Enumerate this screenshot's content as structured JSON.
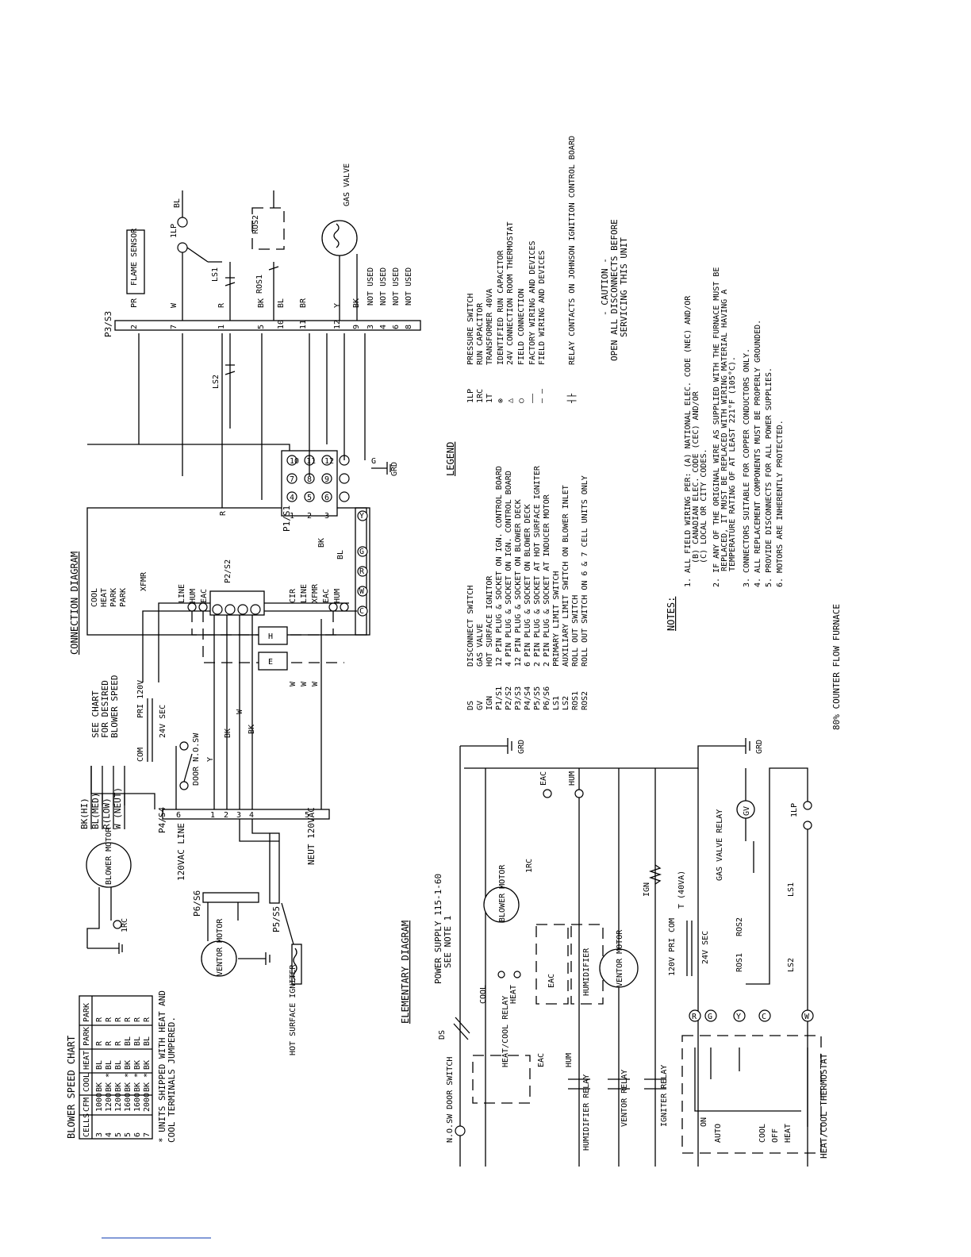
{
  "page_title": "80% COUNTER FLOW FURNACE",
  "connection_diagram": {
    "title": "CONNECTION DIAGRAM",
    "see_chart_lines": [
      "SEE CHART",
      "FOR DESIRED",
      "BLOWER SPEED"
    ],
    "blower_leads": [
      "BK(HI)",
      "BL(MED)",
      "R(LOW)",
      "W (NEUT)"
    ],
    "blower_motor": "BLOWER MOTOR",
    "ventor_motor": "VENTOR MOTOR",
    "hot_surface_igniter": "HOT SURFACE IGNITER",
    "door_switch": "DOOR N.O.SW",
    "transformer": [
      "PRI 120V",
      "24V SEC",
      "COM"
    ],
    "supply": [
      "120VAC LINE",
      "NEUT 120VAC"
    ],
    "flame_sensor": "FLAME SENSOR",
    "gas_valve": "GAS VALVE",
    "plug_labels": [
      "P1/S1",
      "P2/S2",
      "P3/S3",
      "P4/S4",
      "P5/S5",
      "P6/S6"
    ],
    "board_terminals_left": [
      "COOL",
      "HEAT",
      "PARK",
      "PARK",
      "XFMR"
    ],
    "board_terminals_mid": [
      "LINE",
      "HUM",
      "EAC"
    ],
    "board_terminals_right": [
      "CIR",
      "LINE",
      "XFMR",
      "EAC",
      "HUM"
    ],
    "thermostat_terminals": [
      "C",
      "W",
      "R",
      "G",
      "Y"
    ],
    "p3_s3_rows": [
      {
        "pin": "2",
        "wire": "PR",
        "dest": "FLAME SENSOR"
      },
      {
        "pin": "7",
        "wire": "W",
        "dest": "1LP"
      },
      {
        "pin": "1",
        "wire": "R",
        "dest": "LS1"
      },
      {
        "pin": "5",
        "wire": "BK",
        "dest": "ROS1"
      },
      {
        "pin": "10",
        "wire": "BL",
        "dest": "ROS2"
      },
      {
        "pin": "11",
        "wire": "BR",
        "dest": "BR"
      },
      {
        "pin": "12",
        "wire": "Y",
        "dest": "GAS VALVE"
      },
      {
        "pin": "9",
        "wire": "BK",
        "dest": "GAS VALVE"
      },
      {
        "pin": "3",
        "wire": "",
        "dest": "NOT USED"
      },
      {
        "pin": "4",
        "wire": "",
        "dest": "NOT USED"
      },
      {
        "pin": "6",
        "wire": "",
        "dest": "NOT USED"
      },
      {
        "pin": "8",
        "wire": "",
        "dest": "NOT USED"
      }
    ],
    "components": [
      "1LP",
      "LS1",
      "LS2",
      "ROS1",
      "ROS2",
      "1RC",
      "G",
      "GRD"
    ]
  },
  "blower_speed_chart": {
    "title": "BLOWER SPEED CHART",
    "columns": [
      "CELLS",
      "CFM",
      "COOL",
      "HEAT",
      "PARK",
      "PARK"
    ],
    "rows": [
      [
        "3",
        "1000",
        "BK",
        "BL",
        "R",
        "R"
      ],
      [
        "4",
        "1200",
        "BK *",
        "BL",
        "R",
        "R"
      ],
      [
        "5",
        "1200",
        "BK",
        "BL",
        "R",
        "R"
      ],
      [
        "5",
        "1600",
        "BK *",
        "BK",
        "BL",
        "R"
      ],
      [
        "6",
        "1600",
        "BK *",
        "BK",
        "BL",
        "R"
      ],
      [
        "7",
        "2000",
        "BK *",
        "BK",
        "BL",
        "R"
      ]
    ],
    "footnote": [
      "* UNITS SHIPPED WITH HEAT AND",
      "COOL TERMINALS JUMPERED."
    ]
  },
  "elementary_diagram": {
    "title": "ELEMENTARY DIAGRAM",
    "power_supply": [
      "POWER SUPPLY 115-1-60",
      "SEE NOTE 1"
    ],
    "labels": [
      "N.O.SW DOOR SWITCH",
      "DS",
      "HEAT/COOL RELAY",
      "COOL",
      "HEAT",
      "EAC",
      "HUM",
      "HUMIDIFIER RELAY",
      "VENTOR RELAY",
      "IGNITER RELAY",
      "BLOWER MOTOR",
      "VENTOR MOTOR",
      "HUMIDIFIER",
      "IGN",
      "1RC",
      "GRD",
      "120V PRI",
      "COM",
      "T (40VA)",
      "24V SEC",
      "ROS1",
      "ROS2",
      "GAS VALVE RELAY",
      "GV",
      "LS1",
      "LS2",
      "1LP"
    ],
    "thermostat": [
      "ON",
      "AUTO",
      "COOL",
      "OFF",
      "HEAT",
      "HEAT/COOL THERMOSTAT"
    ],
    "terminals": [
      "R",
      "G",
      "Y",
      "C",
      "W"
    ]
  },
  "legend": {
    "title": "LEGEND",
    "abbreviations": [
      {
        "code": "DS",
        "desc": "DISCONNECT SWITCH"
      },
      {
        "code": "GV",
        "desc": "GAS VALVE"
      },
      {
        "code": "IGN",
        "desc": "HOT SURFACE IGNITOR"
      },
      {
        "code": "P1/S1",
        "desc": "12 PIN PLUG & SOCKET ON IGN. CONTROL BOARD"
      },
      {
        "code": "P2/S2",
        "desc": "4 PIN PLUG & SOCKET ON IGN. CONTROL BOARD"
      },
      {
        "code": "P3/S3",
        "desc": "12 PIN PLUG & SOCKET ON BLOWER DECK"
      },
      {
        "code": "P4/S4",
        "desc": "6 PIN PLUG & SOCKET ON BLOWER DECK"
      },
      {
        "code": "P5/S5",
        "desc": "2 PIN PLUG & SOCKET AT HOT SURFACE IGNITER"
      },
      {
        "code": "P6/S6",
        "desc": "2 PIN PLUG & SOCKET AT INDUCER MOTOR"
      },
      {
        "code": "LS1",
        "desc": "PRIMARY LIMIT SWITCH"
      },
      {
        "code": "LS2",
        "desc": "AUXILIARY LIMIT SWITCH ON BLOWER INLET"
      },
      {
        "code": "ROS1",
        "desc": "ROLL OUT SWITCH"
      },
      {
        "code": "ROS2",
        "desc": "ROLL OUT SWITCH ON 6 & 7 CELL UNITS ONLY"
      }
    ],
    "symbols": [
      {
        "code": "1LP",
        "desc": "PRESSURE SWITCH"
      },
      {
        "code": "1RC",
        "desc": "RUN CAPACITOR"
      },
      {
        "code": "1T",
        "desc": "TRANSFORMER 40VA"
      },
      {
        "code": "⊗",
        "desc": "IDENTIFIED RUN CAPACITOR"
      },
      {
        "code": "△",
        "desc": "24V CONNECTION ROOM THERMOSTAT"
      },
      {
        "code": "○",
        "desc": "FIELD CONNECTION"
      },
      {
        "code": "——",
        "desc": "FACTORY WIRING AND DEVICES"
      },
      {
        "code": "– –",
        "desc": "FIELD WIRING AND DEVICES"
      },
      {
        "code": "┤├",
        "desc": "RELAY CONTACTS ON JOHNSON IGNITION CONTROL BOARD"
      }
    ],
    "caution": [
      "- CAUTION -",
      "OPEN ALL DISCONNECTS BEFORE",
      "SERVICING THIS UNIT"
    ]
  },
  "notes": {
    "title": "NOTES:",
    "items": [
      "1. ALL FIELD WIRING PER: (A) NATIONAL ELEC. CODE (NEC) AND/OR",
      "(B) CANADIAN ELEC. CODE (CEC) AND/OR",
      "(C) LOCAL OR CITY CODES.",
      "2. IF ANY OF THE ORIGINAL WIRE AS SUPPLIED WITH THE FURNACE MUST BE",
      "REPLACED, IT MUST BE REPLACED WITH WIRING MATERIAL HAVING A",
      "TEMPERATURE RATING OF AT LEAST 221°F (105°C).",
      "3. CONNECTORS SUITABLE FOR COPPER CONDUCTORS ONLY.",
      "4. ALL REPLACEMENT COMPONENTS MUST BE PROPERLY GROUNDED.",
      "5. PROVIDE DISCONNECTS FOR ALL POWER SUPPLIES.",
      "6. MOTORS ARE INHERENTLY PROTECTED."
    ]
  }
}
